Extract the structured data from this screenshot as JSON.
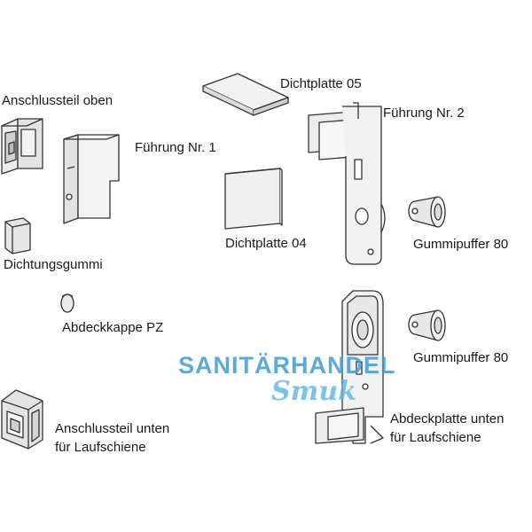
{
  "parts": {
    "anschlussteil_oben": "Anschlussteil oben",
    "dichtplatte_05": "Dichtplatte 05",
    "fuehrung_nr_2": "Führung Nr. 2",
    "fuehrung_nr_1": "Führung Nr. 1",
    "dichtplatte_04": "Dichtplatte 04",
    "gummipuffer_80_top": "Gummipuffer 80",
    "dichtungsgummi": "Dichtungsgummi",
    "abdeckkappe_pz": "Abdeckkappe PZ",
    "gummipuffer_80_bottom": "Gummipuffer 80",
    "anschlussteil_unten_line1": "Anschlussteil unten",
    "anschlussteil_unten_line2": "für Laufschiene",
    "abdeckplatte_unten_line1": "Abdeckplatte unten",
    "abdeckplatte_unten_line2": "für Laufschiene"
  },
  "watermark": {
    "line1": "SANITÄRHANDEL",
    "line2": "Smuk"
  },
  "colors": {
    "line": "#333333",
    "fill_light": "#f2f2f2",
    "fill_mid": "#dcdcdc",
    "watermark_blue": "#3f9cd6"
  }
}
